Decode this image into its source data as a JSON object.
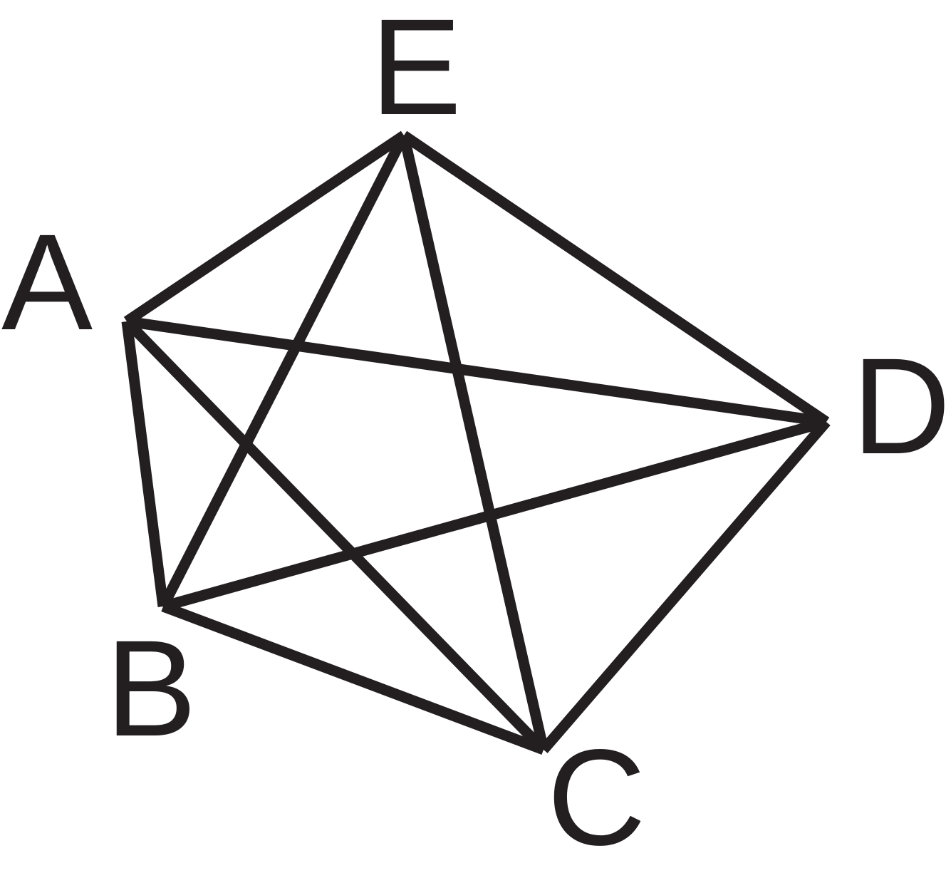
{
  "graph": {
    "vertices": [
      {
        "id": "A",
        "label": "A"
      },
      {
        "id": "B",
        "label": "B"
      },
      {
        "id": "C",
        "label": "C"
      },
      {
        "id": "D",
        "label": "D"
      },
      {
        "id": "E",
        "label": "E"
      }
    ],
    "edges": [
      [
        "A",
        "E"
      ],
      [
        "E",
        "D"
      ],
      [
        "A",
        "D"
      ],
      [
        "A",
        "B"
      ],
      [
        "A",
        "C"
      ],
      [
        "E",
        "B"
      ],
      [
        "E",
        "C"
      ],
      [
        "B",
        "D"
      ],
      [
        "B",
        "C"
      ],
      [
        "C",
        "D"
      ]
    ],
    "line_color": "#231f20",
    "background_color": "#ffffff"
  }
}
